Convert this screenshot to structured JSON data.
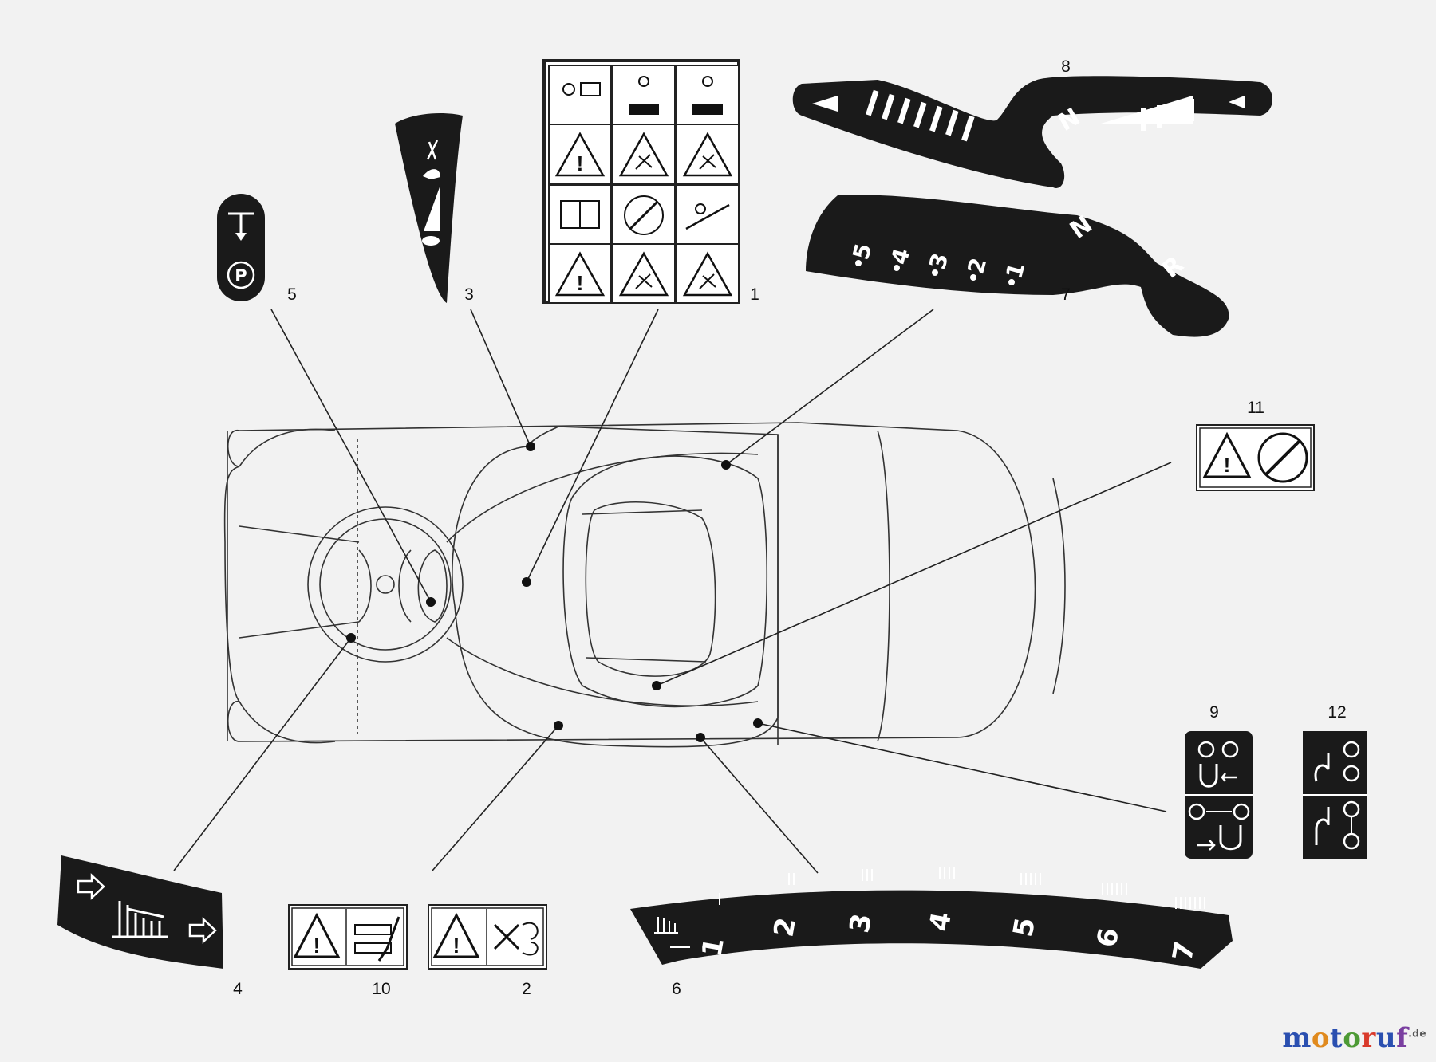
{
  "diagram": {
    "callouts": [
      {
        "id": "1",
        "label": "1"
      },
      {
        "id": "2",
        "label": "2"
      },
      {
        "id": "3",
        "label": "3"
      },
      {
        "id": "4",
        "label": "4"
      },
      {
        "id": "5",
        "label": "5"
      },
      {
        "id": "6",
        "label": "6"
      },
      {
        "id": "7",
        "label": "7"
      },
      {
        "id": "8",
        "label": "8"
      },
      {
        "id": "9",
        "label": "9"
      },
      {
        "id": "10",
        "label": "10"
      },
      {
        "id": "11",
        "label": "11"
      },
      {
        "id": "12",
        "label": "12"
      }
    ],
    "decal_7": {
      "gears": [
        "5",
        "4",
        "3",
        "2",
        "1"
      ],
      "neutral": "N",
      "reverse": "R"
    },
    "decal_8": {
      "neutral": "N"
    },
    "decal_6": {
      "positions": [
        "1",
        "2",
        "3",
        "4",
        "5",
        "6",
        "7"
      ]
    },
    "decal_5": {
      "symbol": "P"
    }
  },
  "watermark": {
    "brand": "motoruf",
    "suffix": ".de"
  },
  "colors": {
    "decal": "#1a1a1a",
    "background": "#f2f2f2",
    "line": "#222222"
  }
}
